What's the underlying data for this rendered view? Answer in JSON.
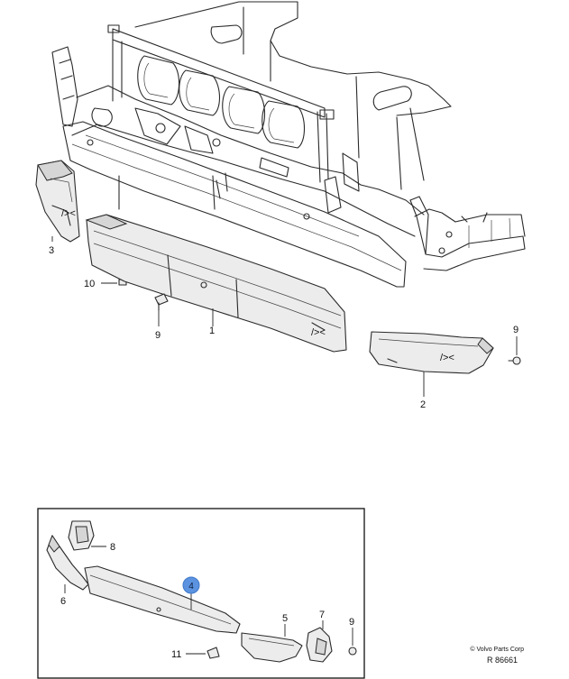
{
  "callouts": {
    "c1": "1",
    "c2": "2",
    "c3": "3",
    "c9_top": "9",
    "c9_right": "9",
    "c10": "10",
    "c4": "4",
    "c5": "5",
    "c6": "6",
    "c7": "7",
    "c8": "8",
    "c9_inset": "9",
    "c11": "11"
  },
  "highlight_marker": {
    "label": "4",
    "color": "#5b93e0"
  },
  "footer": {
    "copyright": "© Volvo Parts Corp",
    "ref": "R 86661"
  }
}
